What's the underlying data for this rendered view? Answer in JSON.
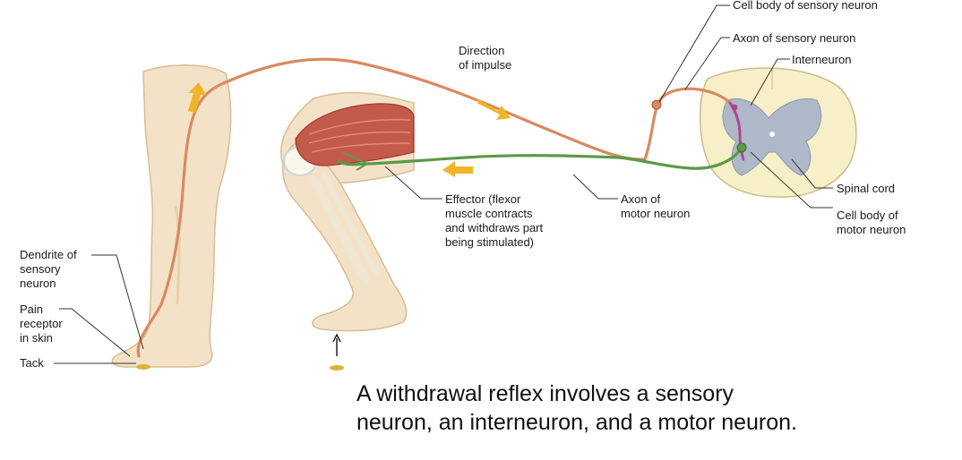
{
  "labels": {
    "cell_body_sensory": "Cell body of sensory neuron",
    "axon_sensory": "Axon of sensory neuron",
    "interneuron": "Interneuron",
    "direction_impulse": "Direction\nof impulse",
    "effector": "Effector (flexor\nmuscle contracts\nand withdraws part\nbeing stimulated)",
    "axon_motor": "Axon of\nmotor neuron",
    "spinal_cord": "Spinal cord",
    "cell_body_motor": "Cell body of\nmotor neuron",
    "dendrite_sensory": "Dendrite of\nsensory\nneuron",
    "pain_receptor": "Pain\nreceptor\nin skin",
    "tack": "Tack"
  },
  "caption": "A withdrawal reflex involves a sensory\nneuron, an interneuron, and a motor neuron.",
  "colors": {
    "sensory": "#d98a5f",
    "motor": "#5a9a48",
    "interneuron": "#b0459a",
    "arrow": "#f0b428",
    "skin": "#f3e2c8",
    "skin_shadow": "#e0c49c",
    "muscle": "#c45a4a",
    "grey_matter": "#aeb8c8",
    "white_matter": "#f7efc8"
  },
  "icons": [
    "impulse-arrow-icon",
    "tack-icon"
  ]
}
